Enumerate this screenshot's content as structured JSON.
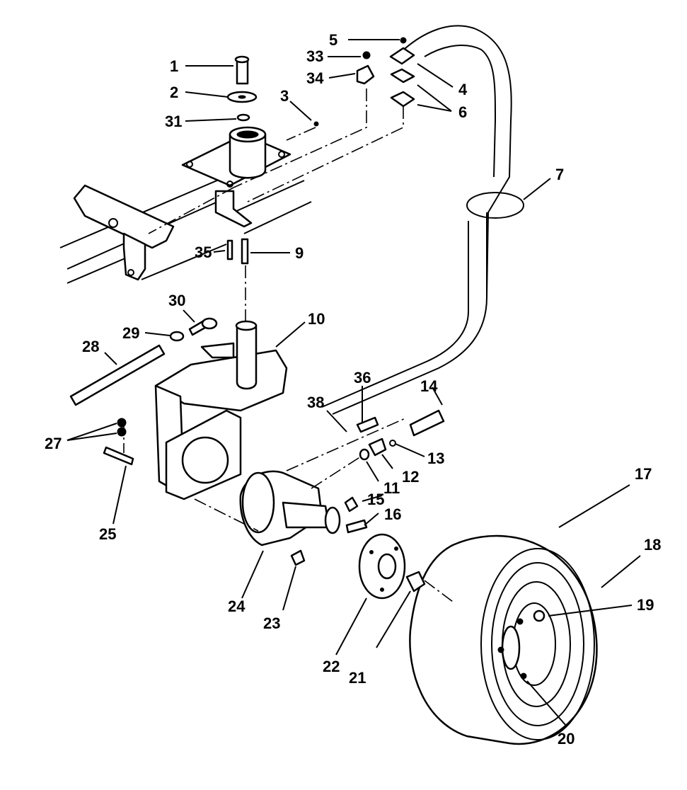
{
  "diagram": {
    "callouts": [
      "1",
      "2",
      "3",
      "4",
      "5",
      "6",
      "7",
      "9",
      "10",
      "11",
      "12",
      "13",
      "14",
      "15",
      "16",
      "17",
      "18",
      "19",
      "20",
      "21",
      "22",
      "23",
      "24",
      "25",
      "27",
      "28",
      "29",
      "30",
      "31",
      "33",
      "34",
      "35",
      "36",
      "38"
    ]
  }
}
